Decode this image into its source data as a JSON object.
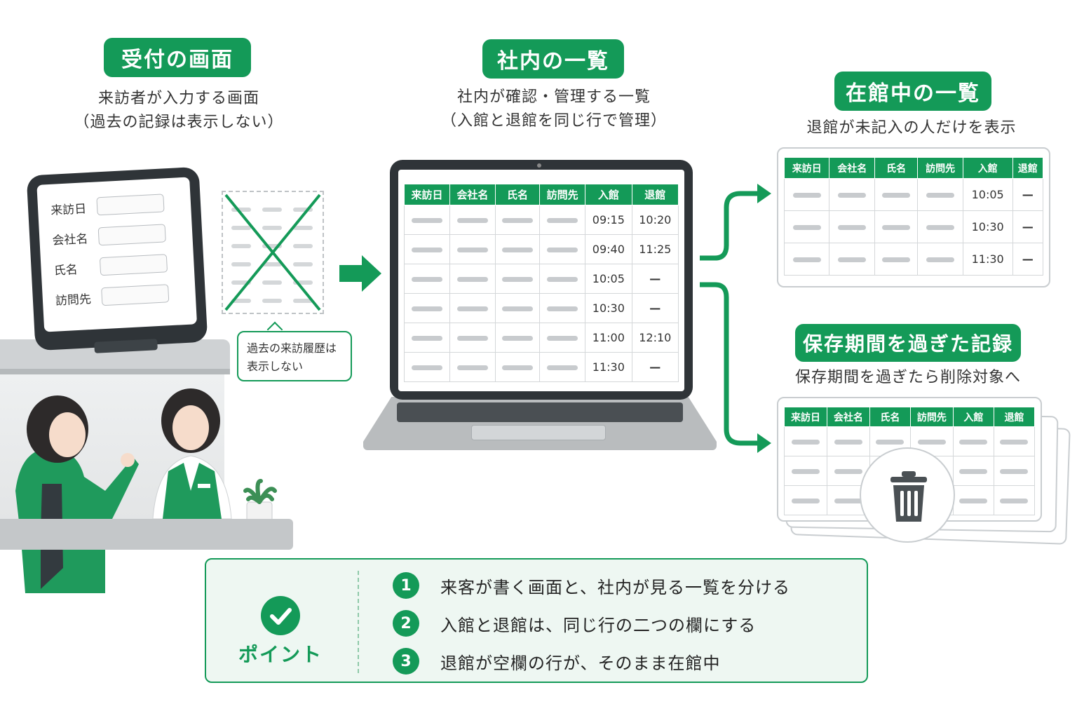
{
  "reception": {
    "title": "受付の画面",
    "subtitle_line1": "来訪者が入力する画面",
    "subtitle_line2": "（過去の記録は表示しない）",
    "form_fields": [
      "来訪日",
      "会社名",
      "氏名",
      "訪問先"
    ],
    "bubble_line1": "過去の来訪履歴は",
    "bubble_line2": "表示しない"
  },
  "internal": {
    "title": "社内の一覧",
    "subtitle_line1": "社内が確認・管理する一覧",
    "subtitle_line2": "（入館と退館を同じ行で管理）",
    "columns": [
      "来訪日",
      "会社名",
      "氏名",
      "訪問先",
      "入館",
      "退館"
    ],
    "rows": [
      {
        "in": "09:15",
        "out": "10:20"
      },
      {
        "in": "09:40",
        "out": "11:25"
      },
      {
        "in": "10:05",
        "out": "—"
      },
      {
        "in": "10:30",
        "out": "—"
      },
      {
        "in": "11:00",
        "out": "12:10"
      },
      {
        "in": "11:30",
        "out": "—"
      }
    ]
  },
  "onsite": {
    "title": "在館中の一覧",
    "subtitle": "退館が未記入の人だけを表示",
    "columns": [
      "来訪日",
      "会社名",
      "氏名",
      "訪問先",
      "入館",
      "退館"
    ],
    "rows": [
      {
        "in": "10:05",
        "out": "—"
      },
      {
        "in": "10:30",
        "out": "—"
      },
      {
        "in": "11:30",
        "out": "—"
      }
    ]
  },
  "expired": {
    "title": "保存期間を過ぎた記録",
    "subtitle": "保存期間を過ぎたら削除対象へ",
    "columns": [
      "来訪日",
      "会社名",
      "氏名",
      "訪問先",
      "入館",
      "退館"
    ],
    "row_count": 3
  },
  "points": {
    "label": "ポイント",
    "items": [
      {
        "num": "1",
        "text": "来客が書く画面と、社内が見る一覧を分ける"
      },
      {
        "num": "2",
        "text": "入館と退館は、同じ行の二つの欄にする"
      },
      {
        "num": "3",
        "text": "退館が空欄の行が、そのまま在館中"
      }
    ]
  },
  "colors": {
    "accent": "#149a58",
    "bar": "#c8cbce"
  },
  "icons": [
    "check-icon",
    "trash-icon",
    "arrow-right-icon",
    "cross-icon"
  ]
}
